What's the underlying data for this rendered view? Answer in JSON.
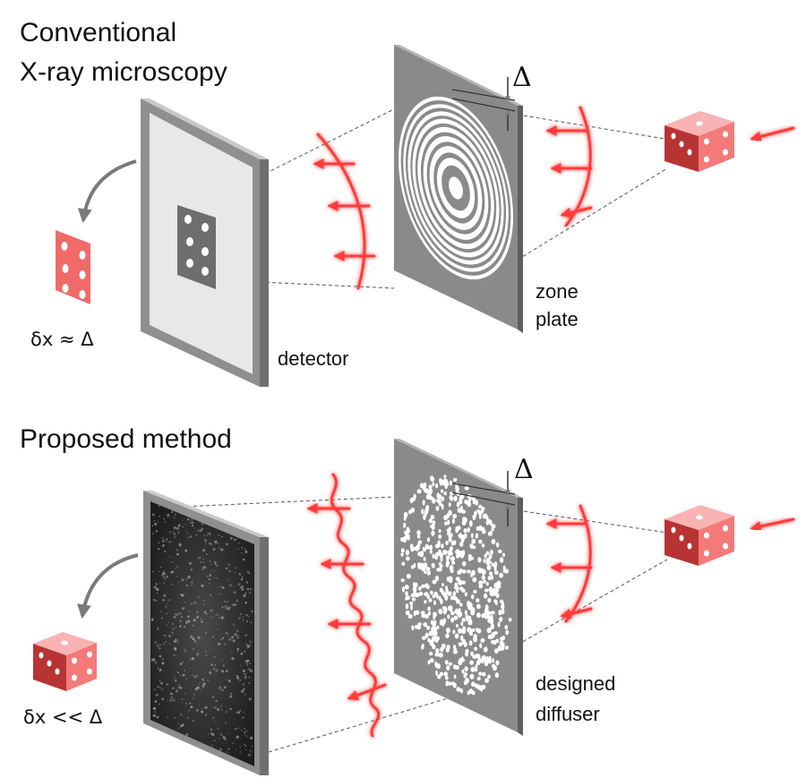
{
  "top": {
    "title_line1": "Conventional",
    "title_line2": "X-ray microscopy",
    "detector_label": "detector",
    "optic_label_line1": "zone",
    "optic_label_line2": "plate",
    "delta_symbol": "Δ",
    "resolution": "δx ≈ Δ"
  },
  "bottom": {
    "title": "Proposed method",
    "optic_label_line1": "designed",
    "optic_label_line2": "diffuser",
    "delta_symbol": "Δ",
    "resolution": "δx << Δ"
  },
  "colors": {
    "beam": "#ff3b3b",
    "dice_face": "#f47a7a",
    "dice_dark": "#b83333",
    "frame": "#8f8f8f",
    "plate": "#8a8a8a"
  },
  "icons": [
    "curved-arrow-icon",
    "dice-icon",
    "beam-arrow-icon"
  ]
}
